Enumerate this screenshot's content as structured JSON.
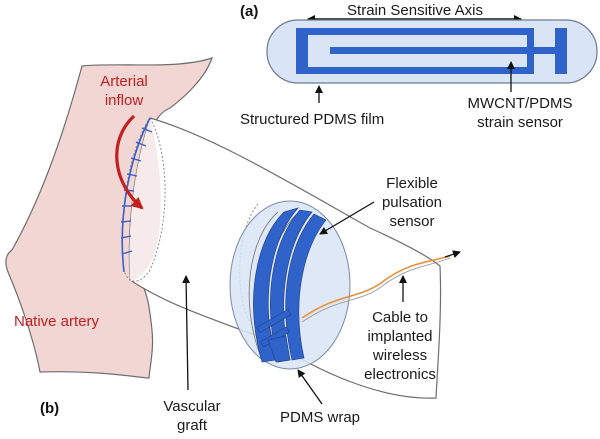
{
  "panel_a": {
    "tag": "(a)",
    "axis_label": "Strain Sensitive Axis",
    "film_label": "Structured PDMS film",
    "sensor_label_line1": "MWCNT/PDMS",
    "sensor_label_line2": "strain sensor"
  },
  "panel_b": {
    "tag": "(b)",
    "arterial_line1": "Arterial",
    "arterial_line2": "inflow",
    "native_artery": "Native artery",
    "flexible_line1": "Flexible",
    "flexible_line2": "pulsation",
    "flexible_line3": "sensor",
    "vascular_line1": "Vascular",
    "vascular_line2": "graft",
    "pdms_wrap": "PDMS wrap",
    "cable_line1": "Cable to",
    "cable_line2": "implanted",
    "cable_line3": "wireless",
    "cable_line4": "electronics"
  },
  "colors": {
    "sensor_blue": "#2f63c9",
    "film_fill": "#d9e4f4",
    "artery_fill": "#f2d6d4",
    "artery_red": "#c21f1f",
    "suture_blue": "#3a5fc8",
    "cable_orange": "#e8923a"
  }
}
